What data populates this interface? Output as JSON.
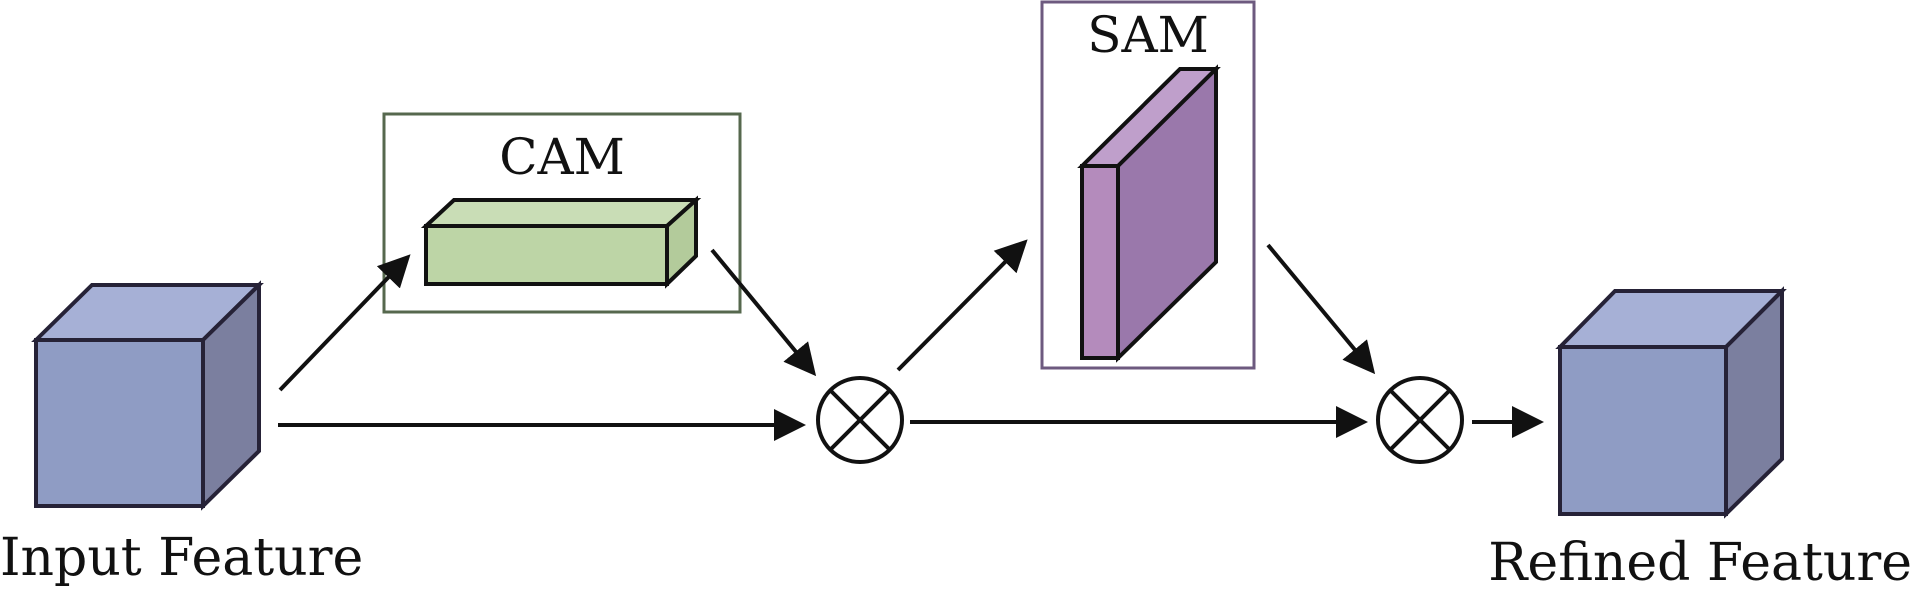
{
  "labels": {
    "input": "Input Feature",
    "refined": "Refined Feature",
    "cam": "CAM",
    "sam": "SAM"
  },
  "colors": {
    "cube_front": "#8f9cc4",
    "cube_top": "#a6b0d6",
    "cube_side": "#7b7f9f",
    "cam_fill_front": "#bdd5a6",
    "cam_fill_top": "#c9ddb6",
    "cam_border": "#56684e",
    "sam_front": "#b48bbc",
    "sam_top": "#bf9fcb",
    "sam_side": "#9a78ab",
    "sam_border": "#6d5a7f",
    "stroke": "#111111"
  },
  "operators": [
    "multiply",
    "multiply"
  ]
}
